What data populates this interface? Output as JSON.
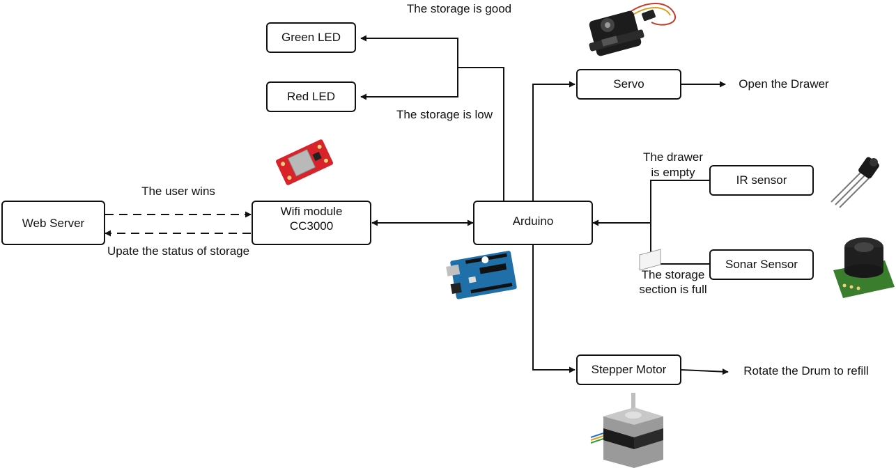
{
  "nodes": {
    "web_server": "Web Server",
    "wifi_line1": "Wifi module",
    "wifi_line2": "CC3000",
    "arduino": "Arduino",
    "green_led": "Green LED",
    "red_led": "Red LED",
    "servo": "Servo",
    "ir_sensor": "IR sensor",
    "sonar_sensor": "Sonar Sensor",
    "stepper_motor": "Stepper Motor"
  },
  "labels": {
    "storage_good": "The storage is good",
    "storage_low": "The storage is low",
    "user_wins": "The user wins",
    "update_status": "Upate the status of storage",
    "open_drawer": "Open the Drawer",
    "drawer_empty_1": "The drawer",
    "drawer_empty_2": "is empty",
    "storage_full_1": "The storage",
    "storage_full_2": "section is full",
    "rotate_drum": "Rotate the Drum to refill"
  },
  "images": [
    "servo-motor",
    "wifi-module-board",
    "arduino-uno-board",
    "ir-sensor-component",
    "sonar-sensor-board",
    "stepper-motor"
  ],
  "colors": {
    "line": "#111111",
    "box_fill": "#ffffff",
    "wifi_board": "#d8232a",
    "arduino_board": "#1f6fa8",
    "sonar_board": "#3a7d2c"
  }
}
